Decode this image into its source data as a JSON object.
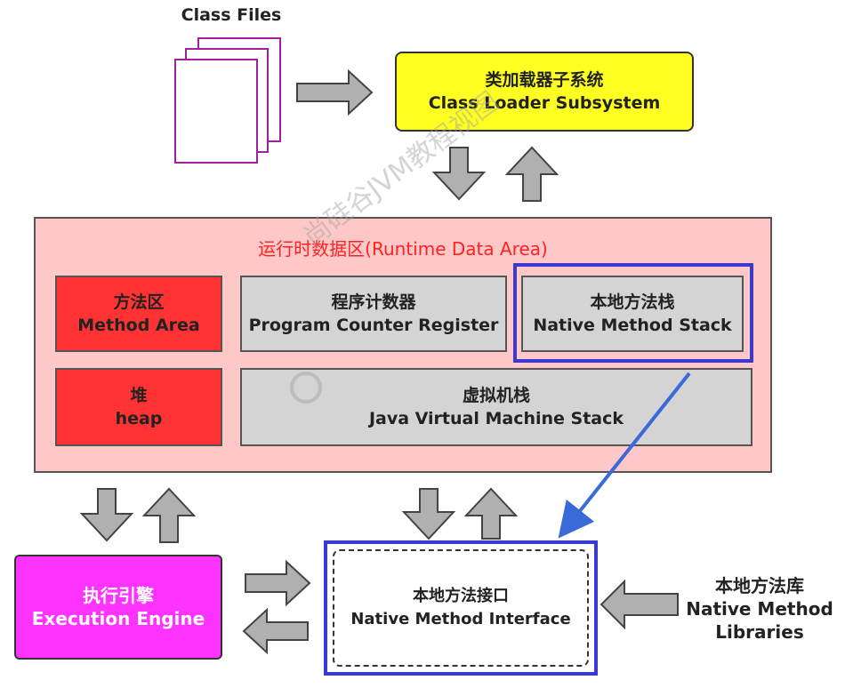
{
  "class_files": {
    "label": "Class Files"
  },
  "class_loader": {
    "zh": "类加载器子系统",
    "en": "Class Loader Subsystem"
  },
  "runtime_data_area": {
    "title": "运行时数据区(Runtime Data Area)",
    "method_area": {
      "zh": "方法区",
      "en": "Method Area"
    },
    "heap": {
      "zh": "堆",
      "en": "heap"
    },
    "pc_register": {
      "zh": "程序计数器",
      "en": "Program Counter Register"
    },
    "native_method_stack": {
      "zh": "本地方法栈",
      "en": "Native Method Stack"
    },
    "jvm_stack": {
      "zh": "虚拟机栈",
      "en": "Java Virtual Machine Stack"
    }
  },
  "execution_engine": {
    "zh": "执行引擎",
    "en": "Execution Engine"
  },
  "native_interface": {
    "zh": "本地方法接口",
    "en": "Native Method Interface"
  },
  "native_libraries": {
    "zh": "本地方法库",
    "en1": "Native Method",
    "en2": "Libraries"
  },
  "watermark": "尚硅谷JVM教程视图",
  "colors": {
    "method_area": "#ff3333",
    "heap": "#ff3333",
    "register_boxes": "#d4d4d4",
    "runtime_area": "#ffc8c8",
    "class_loader": "#ffff22",
    "execution_engine": "#ff33ff",
    "highlight": "#3a3ad0",
    "arrow_fill": "#b0b0b0",
    "class_file_border": "#a020a0"
  }
}
